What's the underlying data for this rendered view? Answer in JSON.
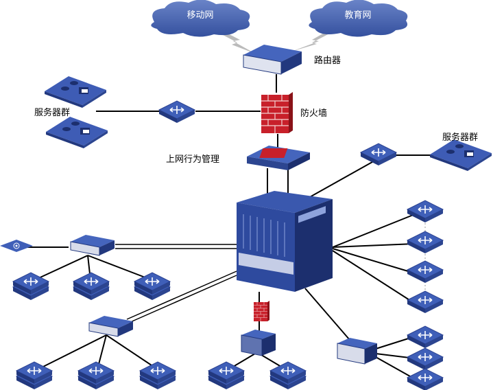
{
  "clouds": {
    "mobile": "移动网",
    "education": "教育网"
  },
  "labels": {
    "router": "路由器",
    "firewall": "防火墙",
    "behavior_mgmt": "上网行为管理",
    "server_group_left": "服务器群",
    "server_group_right": "服务器群"
  },
  "colors": {
    "device": "#2e4a9e",
    "device_dark": "#1c2f6e",
    "firewall": "#c8202a",
    "cloud": "#3d5aa8",
    "link": "#000000"
  }
}
